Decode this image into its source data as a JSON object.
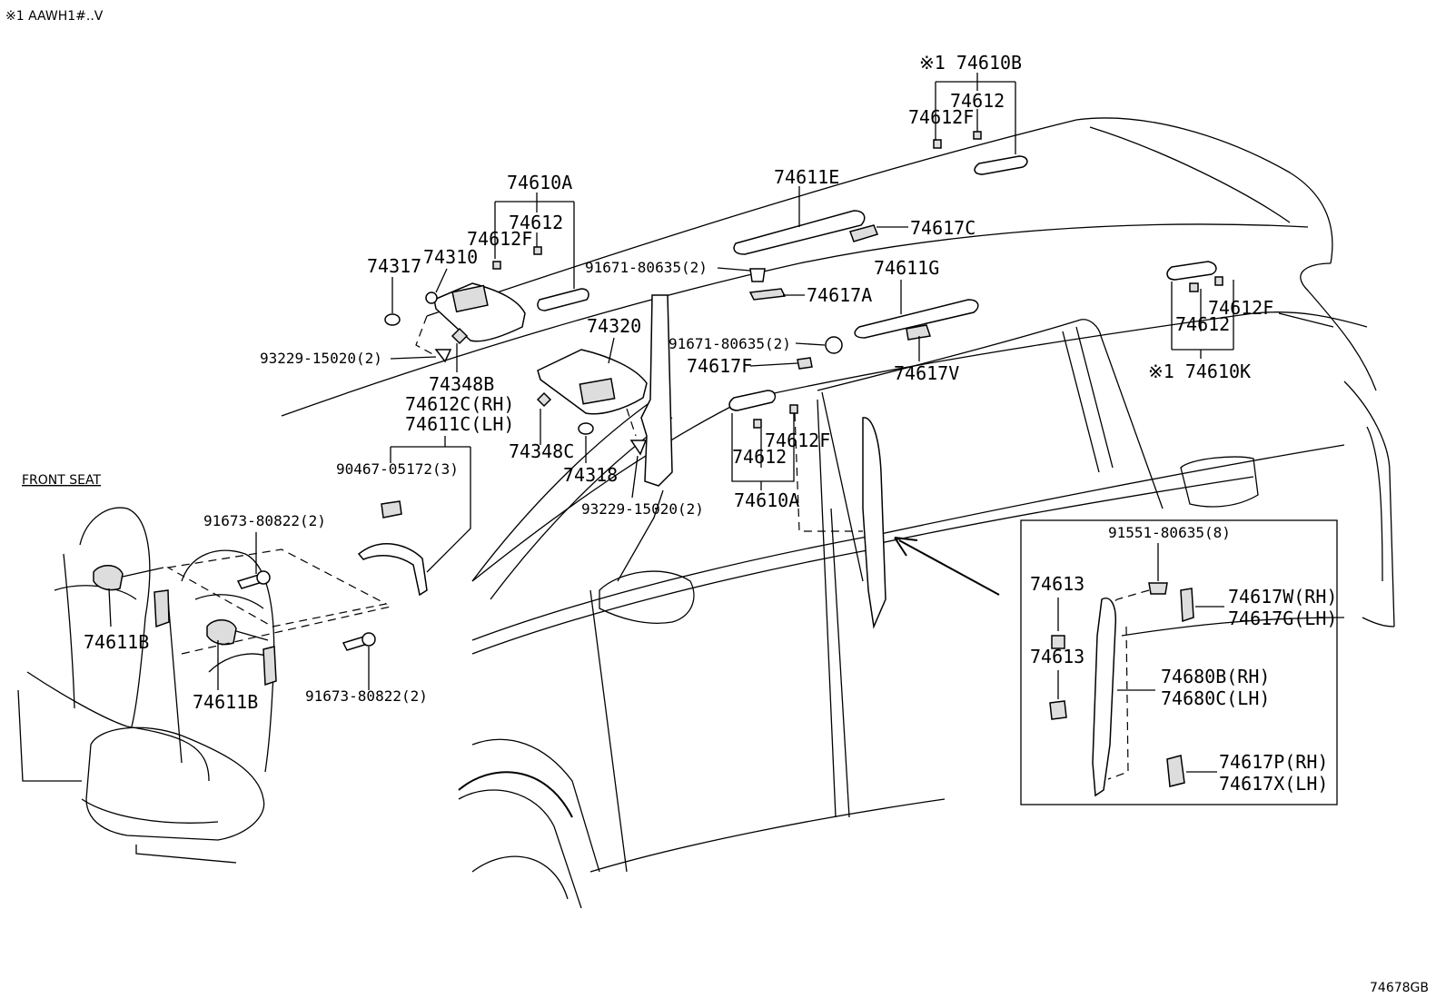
{
  "header": {
    "note": "※1  AAWH1#..V"
  },
  "footer": {
    "diagram_code": "74678GB"
  },
  "section_label": "FRONT SEAT",
  "callouts": [
    {
      "id": "p74610B",
      "text": "※1 74610B"
    },
    {
      "id": "p74612_top",
      "text": "74612"
    },
    {
      "id": "p74612F_top",
      "text": "74612F"
    },
    {
      "id": "p74611E",
      "text": "74611E"
    },
    {
      "id": "p74617C",
      "text": "74617C"
    },
    {
      "id": "p74610A_top",
      "text": "74610A"
    },
    {
      "id": "p74612_a",
      "text": "74612"
    },
    {
      "id": "p74612F_a",
      "text": "74612F"
    },
    {
      "id": "p74317",
      "text": "74317"
    },
    {
      "id": "p74310",
      "text": "74310"
    },
    {
      "id": "p91671_a",
      "text": "91671-80635(2)"
    },
    {
      "id": "p74617A",
      "text": "74617A"
    },
    {
      "id": "p74611G",
      "text": "74611G"
    },
    {
      "id": "p74320",
      "text": "74320"
    },
    {
      "id": "p91671_b",
      "text": "91671-80635(2)"
    },
    {
      "id": "p74617F",
      "text": "74617F"
    },
    {
      "id": "p74617V",
      "text": "74617V"
    },
    {
      "id": "p74612F_r",
      "text": "74612F"
    },
    {
      "id": "p74612_r",
      "text": "74612"
    },
    {
      "id": "p74610K",
      "text": "※1 74610K"
    },
    {
      "id": "p93229_a",
      "text": "93229-15020(2)"
    },
    {
      "id": "p74348B",
      "text": "74348B"
    },
    {
      "id": "p74612C",
      "text": "74612C(RH)"
    },
    {
      "id": "p74611C",
      "text": "74611C(LH)"
    },
    {
      "id": "p74348C",
      "text": "74348C"
    },
    {
      "id": "p74318",
      "text": "74318"
    },
    {
      "id": "p74612F_m",
      "text": "74612F"
    },
    {
      "id": "p74612_m",
      "text": "74612"
    },
    {
      "id": "p74610A_m",
      "text": "74610A"
    },
    {
      "id": "p90467",
      "text": "90467-05172(3)"
    },
    {
      "id": "p93229_b",
      "text": "93229-15020(2)"
    },
    {
      "id": "p91673_a",
      "text": "91673-80822(2)"
    },
    {
      "id": "p74611B_a",
      "text": "74611B"
    },
    {
      "id": "p74611B_b",
      "text": "74611B"
    },
    {
      "id": "p91673_b",
      "text": "91673-80822(2)"
    },
    {
      "id": "p91551",
      "text": "91551-80635(8)"
    },
    {
      "id": "p74613_a",
      "text": "74613"
    },
    {
      "id": "p74613_b",
      "text": "74613"
    },
    {
      "id": "p74617W",
      "text": "74617W(RH)"
    },
    {
      "id": "p74617G",
      "text": "74617G(LH)"
    },
    {
      "id": "p74680B",
      "text": "74680B(RH)"
    },
    {
      "id": "p74680C",
      "text": "74680C(LH)"
    },
    {
      "id": "p74617P",
      "text": "74617P(RH)"
    },
    {
      "id": "p74617X",
      "text": "74617X(LH)"
    }
  ]
}
